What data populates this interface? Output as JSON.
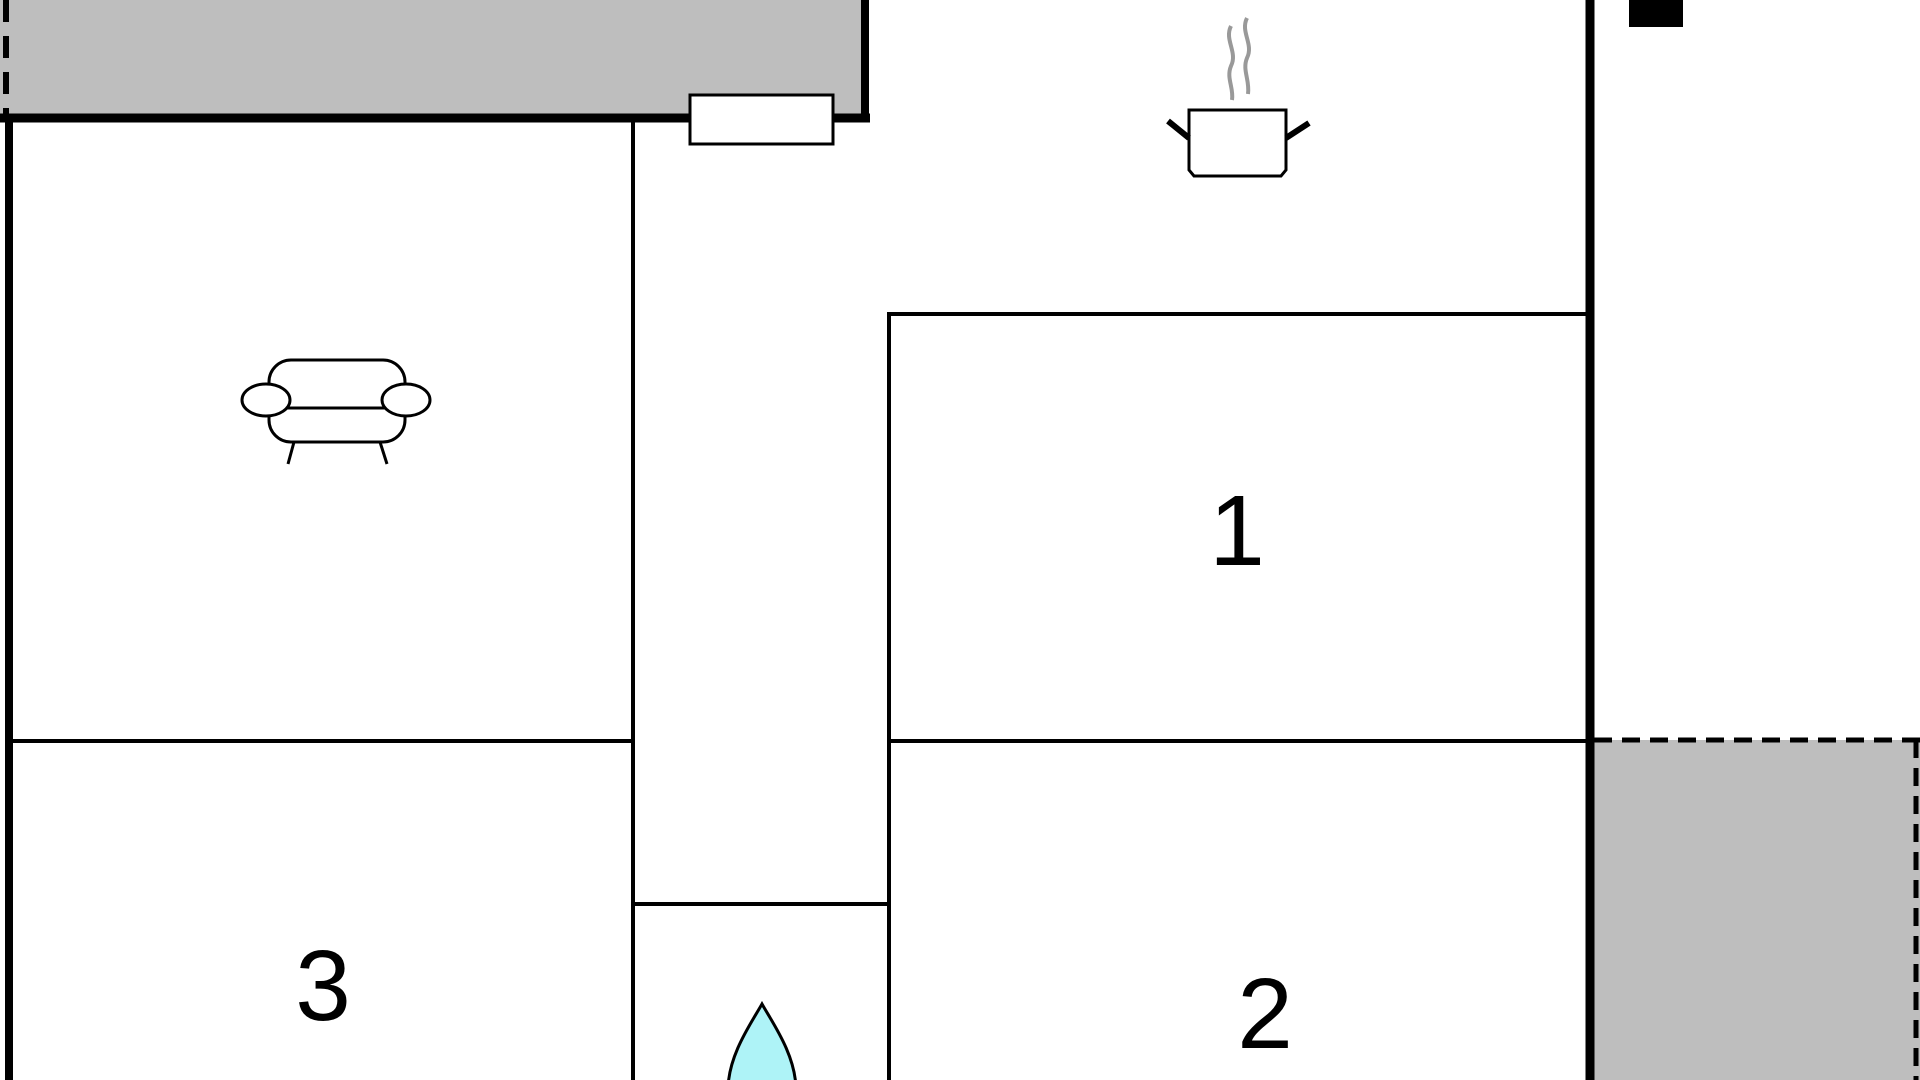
{
  "colors": {
    "wall": "#000000",
    "terrace": "#bebebe",
    "water": "#aef3f7",
    "steam": "#999999",
    "background": "#ffffff"
  },
  "rooms": [
    {
      "id": "bedroom-1",
      "label": "1"
    },
    {
      "id": "bedroom-2",
      "label": "2"
    },
    {
      "id": "bedroom-3",
      "label": "3"
    }
  ],
  "icons": [
    {
      "room": "living-room",
      "icon": "sofa-icon"
    },
    {
      "room": "kitchen",
      "icon": "cooking-pot-icon"
    },
    {
      "room": "bathroom",
      "icon": "water-drop-icon"
    }
  ],
  "areas": [
    {
      "id": "terrace-top-left",
      "type": "terrace"
    },
    {
      "id": "terrace-bottom-right",
      "type": "terrace"
    },
    {
      "id": "window-top",
      "type": "window"
    },
    {
      "id": "door-top-right",
      "type": "door"
    }
  ]
}
